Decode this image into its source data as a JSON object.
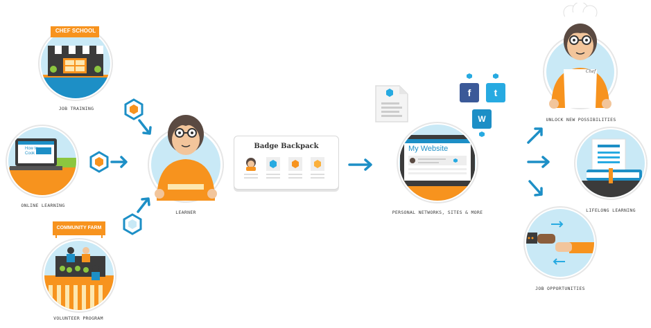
{
  "captions": {
    "job_training": "JOB TRAINING",
    "online_learning": "ONLINE LEARNING",
    "volunteer_program": "VOLUNTEER PROGRAM",
    "learner": "LEARNER",
    "personal_networks": "PERSONAL NETWORKS, SITES & MORE",
    "unlock": "UNLOCK NEW POSSIBILITIES",
    "lifelong": "LIFELONG LEARNING",
    "job_opportunities": "JOB OPPORTUNITIES"
  },
  "signs": {
    "chef_school": "CHEF SCHOOL",
    "community_farm": "COMMUNITY FARM",
    "how_to_cook": "How to Cook",
    "chef_apron": "Chef"
  },
  "backpack": {
    "title": "Badge Backpack"
  },
  "website": {
    "title": "My Website"
  },
  "social": {
    "facebook": "f",
    "twitter": "t",
    "wordpress": "W"
  },
  "colors": {
    "orange": "#f7931e",
    "blue": "#1d8fc6",
    "sky": "#c9e9f6",
    "dark": "#3b3b3b",
    "accent_blue": "#27aae1"
  }
}
